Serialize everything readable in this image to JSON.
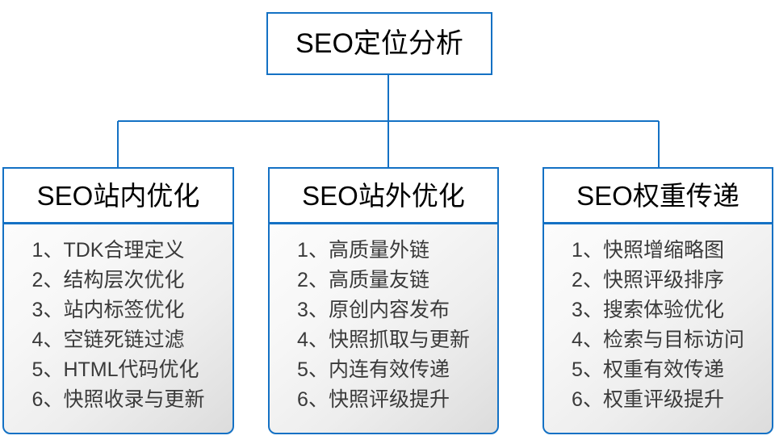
{
  "diagram": {
    "type": "org-chart",
    "colors": {
      "border": "#1471c4",
      "root_fill": "#ffffff",
      "header_fill": "#ffffff",
      "list_fill_start": "#fcfcfc",
      "list_fill_end": "#dcdcdc",
      "text": "#000000",
      "list_text": "#3a3a3a"
    },
    "root": {
      "title": "SEO定位分析"
    },
    "branches": [
      {
        "title": "SEO站内优化",
        "items": [
          "1、TDK合理定义",
          "2、结构层次优化",
          "3、站内标签优化",
          "4、空链死链过滤",
          "5、HTML代码优化",
          "6、快照收录与更新"
        ]
      },
      {
        "title": "SEO站外优化",
        "items": [
          "1、高质量外链",
          "2、高质量友链",
          "3、原创内容发布",
          "4、快照抓取与更新",
          "5、内连有效传递",
          "6、快照评级提升"
        ]
      },
      {
        "title": "SEO权重传递",
        "items": [
          "1、快照增缩略图",
          "2、快照评级排序",
          "3、搜索体验优化",
          "4、检索与目标访问",
          "5、权重有效传递",
          "6、权重评级提升"
        ]
      }
    ]
  }
}
